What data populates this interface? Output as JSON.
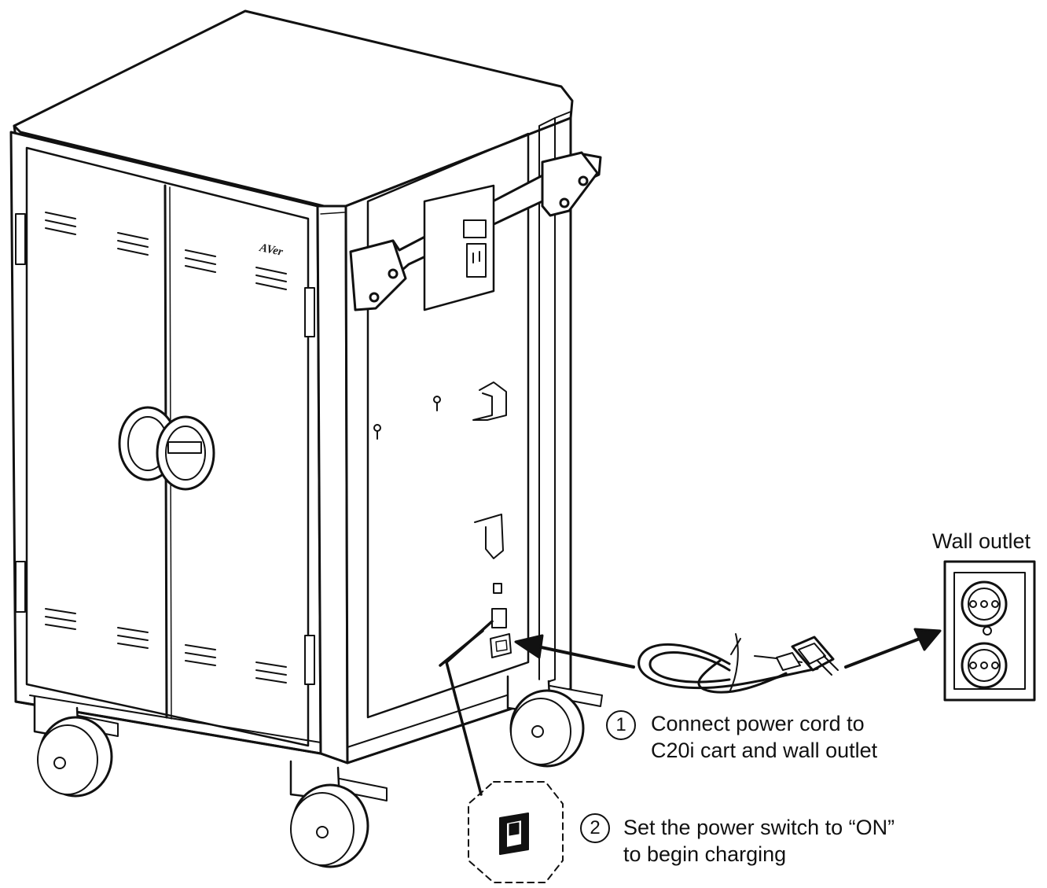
{
  "labels": {
    "wall_outlet": "Wall outlet",
    "step1_number": "1",
    "step1_line1": "Connect power cord to",
    "step1_line2": "C20i cart and wall outlet",
    "step2_number": "2",
    "step2_line1": "Set the power switch to “ON”",
    "step2_line2": "to begin charging",
    "brand_logo": "AVer"
  },
  "icons": [
    "charging-cart-icon",
    "power-cord-icon",
    "wall-outlet-icon",
    "power-switch-icon",
    "arrow-icon"
  ],
  "colors": {
    "line": "#111111",
    "fill": "#ffffff",
    "shade": "#e6e6e6"
  }
}
